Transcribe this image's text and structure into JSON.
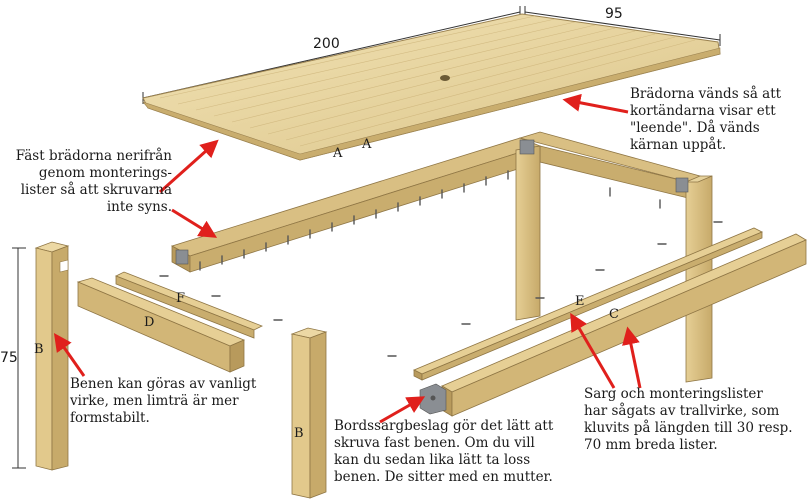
{
  "dimensions": {
    "length": "200",
    "width": "95",
    "height": "75"
  },
  "part_labels": {
    "tabletop_a1": "A",
    "tabletop_a2": "A",
    "leg_left": "B",
    "leg_front": "B",
    "strip_c": "C",
    "strip_d": "D",
    "strip_e": "E",
    "strip_f": "F"
  },
  "annotations": {
    "top_right": [
      "Brädorna vänds så att",
      "kortändarna visar ett",
      "\"leende\". Då vänds",
      "kärnan uppåt."
    ],
    "top_left": [
      "Fäst brädorna nerifrån",
      "genom monterings-",
      "lister så att skruvarna",
      "inte syns."
    ],
    "legs": [
      "Benen kan göras av vanligt",
      "virke, men limträ är mer",
      "formstabilt."
    ],
    "bracket": [
      "Bordssargbeslag gör det lätt att",
      "skruva fast benen. Om du vill",
      "kan du sedan lika lätt ta loss",
      "benen. De sitter med en mutter."
    ],
    "strips": [
      "Sarg och monteringslister",
      "har sågats av trallvirke, som",
      "kluvits på längden till 30 resp.",
      "70 mm breda lister."
    ]
  },
  "colors": {
    "wood_top": "#e8d29a",
    "wood_side": "#c9ad6e",
    "wood_dark": "#a88a4e",
    "arrow": "#e0201c",
    "metal": "#8a8e93"
  }
}
